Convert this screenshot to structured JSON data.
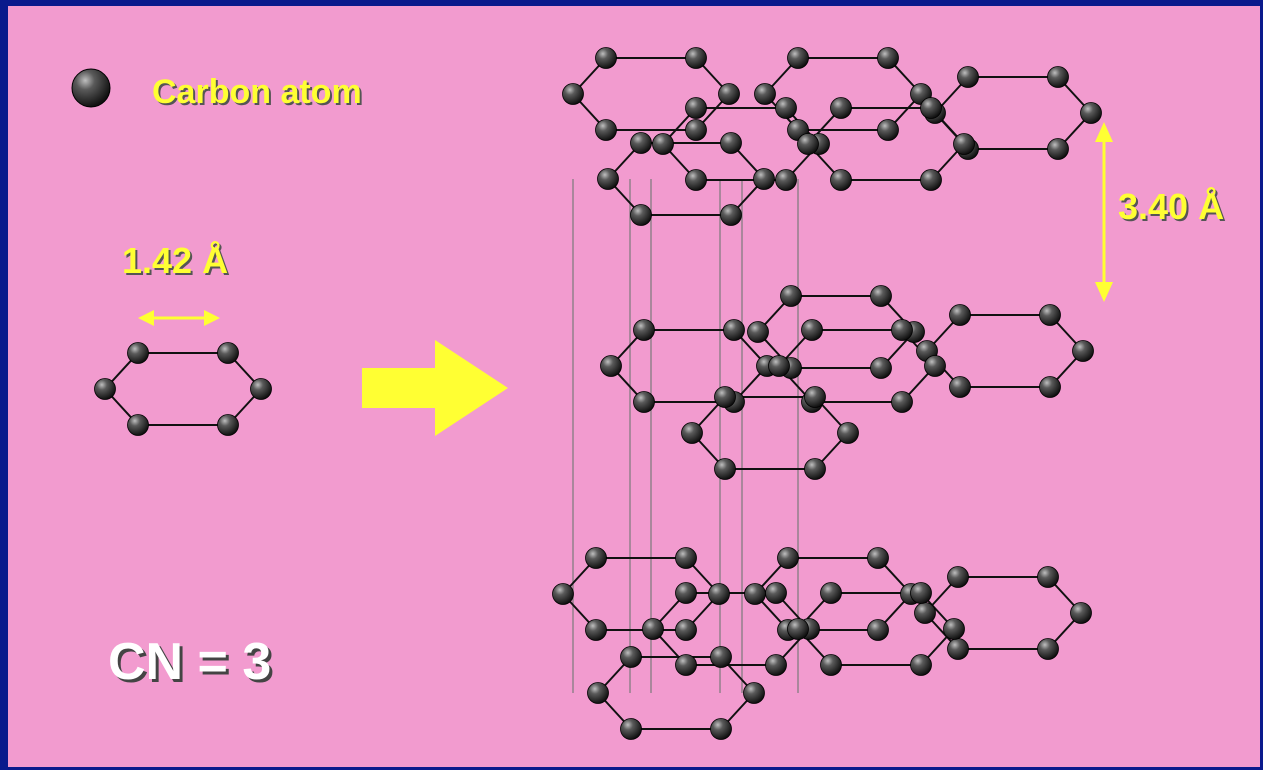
{
  "colors": {
    "background": "#f29bcf",
    "frame": "#1a2fb0",
    "accent": "#ffff33",
    "atom": "#222222",
    "bond": "#111111",
    "alignment_line": "#7a7a7a"
  },
  "legend": {
    "icon": "carbon-atom-icon",
    "label": "Carbon atom"
  },
  "bond_length_label": "1.42 Å",
  "interlayer_spacing_label": "3.40 Å",
  "coordination_label": "CN = 3",
  "arrow": {
    "icon": "right-arrow-icon"
  }
}
